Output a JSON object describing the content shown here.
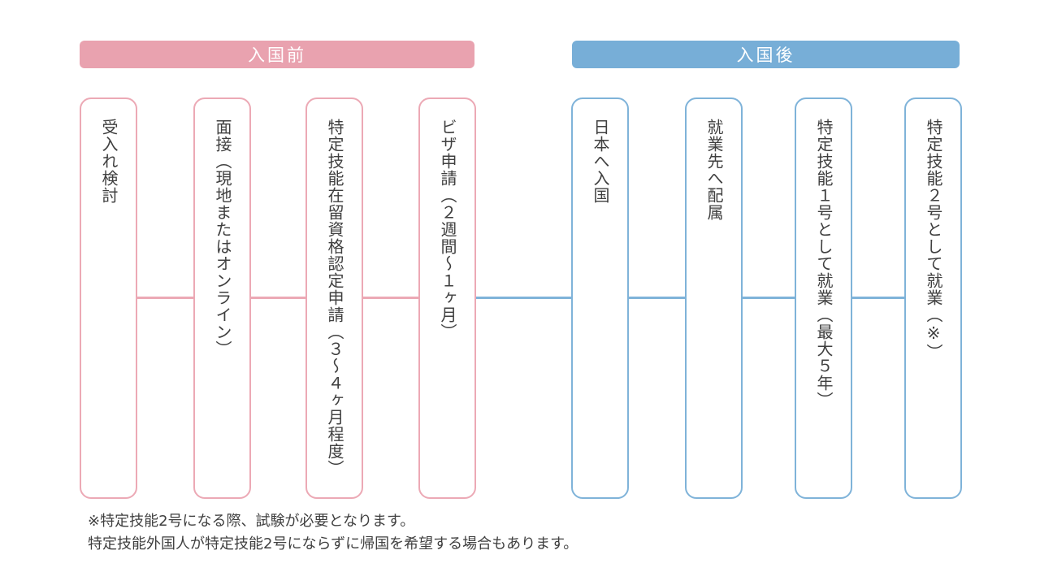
{
  "colors": {
    "before_accent": "#E9A2AF",
    "after_accent": "#77AED7",
    "header_text": "#FFFFFF",
    "body_text": "#3F3F3F",
    "background": "#FFFFFF"
  },
  "sections": {
    "before": {
      "label": "入国前"
    },
    "after": {
      "label": "入国後"
    }
  },
  "steps": {
    "before": [
      {
        "label": "受入れ検討"
      },
      {
        "label": "面接（現地またはオンライン）"
      },
      {
        "label": "特定技能在留資格認定申請（３～４ヶ月程度）"
      },
      {
        "label": "ビザ申請（２週間～１ヶ月）"
      }
    ],
    "after": [
      {
        "label": "日本へ入国"
      },
      {
        "label": "就業先へ配属"
      },
      {
        "label": "特定技能１号として就業（最大５年）"
      },
      {
        "label": "特定技能２号として就業（※）"
      }
    ]
  },
  "footnote": {
    "line1": "※特定技能2号になる際、試験が必要となります。",
    "line2": "特定技能外国人が特定技能2号にならずに帰国を希望する場合もあります。"
  }
}
